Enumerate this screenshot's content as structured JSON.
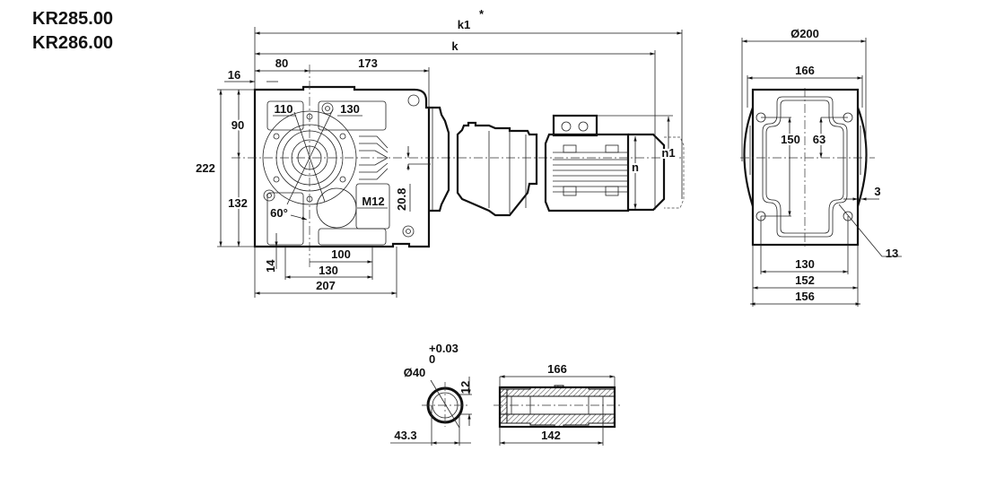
{
  "titles": [
    "KR285.00",
    "KR286.00"
  ],
  "side_view": {
    "dims": {
      "k1": "k1",
      "k1_mark": "*",
      "k": "k",
      "d16": "16",
      "d80": "80",
      "d173": "173",
      "d90": "90",
      "d222": "222",
      "d132": "132",
      "d110": "110",
      "d130_top": "130",
      "angle": "60°",
      "thread": "M12",
      "d20_8": "20.8",
      "d14": "14",
      "d100": "100",
      "d130_bottom": "130",
      "d207": "207",
      "n1": "n1",
      "n": "n"
    }
  },
  "end_view": {
    "dims": {
      "dia200": "Ø200",
      "d166": "166",
      "d150": "150",
      "d63": "63",
      "d3": "3",
      "d13": "13",
      "d130": "130",
      "d152": "152",
      "d156": "156"
    }
  },
  "shaft_view": {
    "dims": {
      "tol_upper": "+0.03",
      "tol_lower": "0",
      "dia40": "Ø40",
      "d12": "12",
      "d43_3": "43.3",
      "d166": "166",
      "d142": "142"
    }
  }
}
